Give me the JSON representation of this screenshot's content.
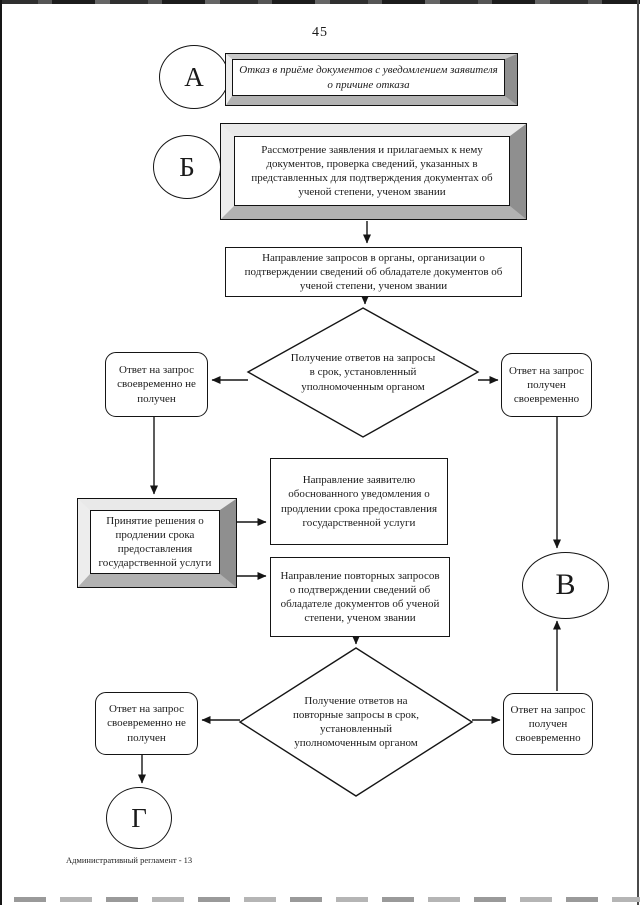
{
  "page": {
    "number": "45",
    "footer": "Административный регламент - 13"
  },
  "colors": {
    "ink": "#151515",
    "paper": "#ffffff",
    "bevel_dark": "#8f8f8f",
    "bevel_mid": "#b2b2b2",
    "bevel_light": "#ededed",
    "scan_edge": "#2f2f2f"
  },
  "nodes": {
    "connector_a": {
      "label": "А"
    },
    "box_refusal": {
      "text": "Отказ в приёме документов с уведомлением заявителя о причине отказа"
    },
    "connector_b": {
      "label": "Б"
    },
    "box_review": {
      "text": "Рассмотрение заявления и прилагаемых к нему документов, проверка сведений, указанных в представленных для подтверждения документах об ученой степени, ученом звании"
    },
    "box_requests": {
      "text": "Направление запросов в органы, организации о подтверждении сведений об обладателе документов об ученой степени, ученом звании"
    },
    "diamond_responses": {
      "text": "Получение ответов на запросы в срок, установленный уполномоченным органом"
    },
    "box_no_response_1": {
      "text": "Ответ на запрос своевременно не получен"
    },
    "box_response_1": {
      "text": "Ответ на запрос получен своевременно"
    },
    "box_decision": {
      "text": "Принятие решения о продлении срока предоставления государственной услуги"
    },
    "box_notification": {
      "text": "Направление заявителю обоснованного уведомления о продлении срока предоставления государственной услуги"
    },
    "box_repeat_requests": {
      "text": "Направление повторных запросов о подтверждении сведений об обладателе документов об ученой степени, ученом звании"
    },
    "diamond_repeat_responses": {
      "text": "Получение ответов на повторные запросы в срок, установленный уполномоченным органом"
    },
    "box_no_response_2": {
      "text": "Ответ на запрос своевременно не получен"
    },
    "box_response_2": {
      "text": "Ответ на запрос получен своевременно"
    },
    "connector_v": {
      "label": "В"
    },
    "connector_g": {
      "label": "Г"
    }
  }
}
